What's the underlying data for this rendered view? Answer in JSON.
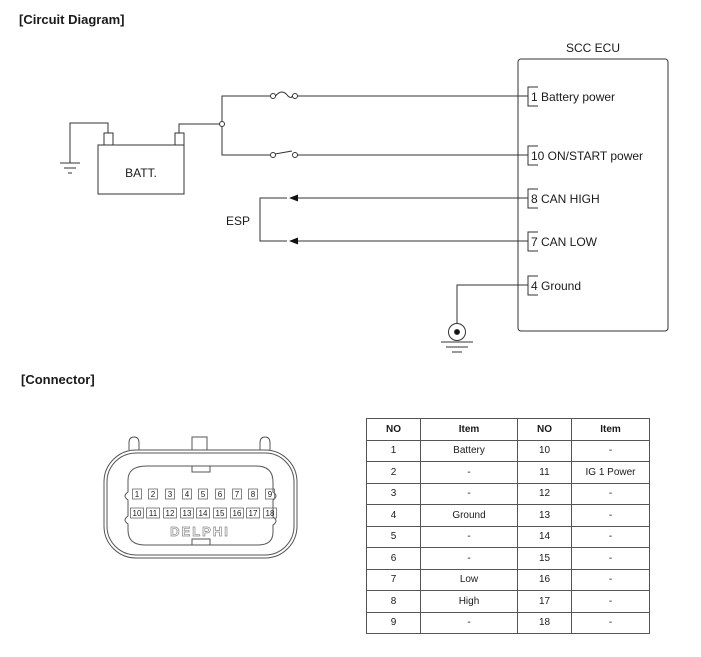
{
  "sections": {
    "circuit_title": "[Circuit Diagram]",
    "connector_title": "[Connector]"
  },
  "circuit": {
    "ecu_title": "SCC ECU",
    "battery_label": "BATT.",
    "esp_label": "ESP",
    "pins": [
      {
        "label": "1 Battery power"
      },
      {
        "label": "10 ON/START power"
      },
      {
        "label": "8 CAN HIGH"
      },
      {
        "label": "7 CAN LOW"
      },
      {
        "label": "4 Ground"
      }
    ]
  },
  "connector": {
    "brand": "DELPHI",
    "row1": [
      "1",
      "2",
      "3",
      "4",
      "5",
      "6",
      "7",
      "8",
      "9"
    ],
    "row2": [
      "10",
      "11",
      "12",
      "13",
      "14",
      "15",
      "16",
      "17",
      "18"
    ]
  },
  "table": {
    "headers": [
      "NO",
      "Item",
      "NO",
      "Item"
    ],
    "rows": [
      [
        "1",
        "Battery",
        "10",
        "-"
      ],
      [
        "2",
        "-",
        "11",
        "IG 1 Power"
      ],
      [
        "3",
        "-",
        "12",
        "-"
      ],
      [
        "4",
        "Ground",
        "13",
        "-"
      ],
      [
        "5",
        "-",
        "14",
        "-"
      ],
      [
        "6",
        "-",
        "15",
        "-"
      ],
      [
        "7",
        "Low",
        "16",
        "-"
      ],
      [
        "8",
        "High",
        "17",
        "-"
      ],
      [
        "9",
        "-",
        "18",
        "-"
      ]
    ]
  }
}
